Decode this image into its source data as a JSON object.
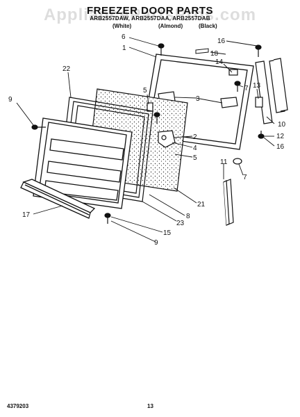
{
  "header": {
    "title": "FREEZER DOOR PARTS",
    "models": "ARB2557DAW, ARB2557DAA, ARB2557DAB",
    "colors": [
      "(White)",
      "(Almond)",
      "(Black)"
    ]
  },
  "watermark": "AppliancePartsPros.com",
  "footer": {
    "doc_number": "4379203",
    "page_number": "13"
  },
  "callouts": [
    {
      "id": "c6",
      "text": "6"
    },
    {
      "id": "c1",
      "text": "1"
    },
    {
      "id": "c16a",
      "text": "16"
    },
    {
      "id": "c18",
      "text": "18"
    },
    {
      "id": "c14",
      "text": "14"
    },
    {
      "id": "c22",
      "text": "22"
    },
    {
      "id": "c7a",
      "text": "7"
    },
    {
      "id": "c13",
      "text": "13"
    },
    {
      "id": "c5a",
      "text": "5"
    },
    {
      "id": "c3",
      "text": "3"
    },
    {
      "id": "c9a",
      "text": "9"
    },
    {
      "id": "c10",
      "text": "10"
    },
    {
      "id": "c2",
      "text": "2"
    },
    {
      "id": "c12",
      "text": "12"
    },
    {
      "id": "c4",
      "text": "4"
    },
    {
      "id": "c16b",
      "text": "16"
    },
    {
      "id": "c5b",
      "text": "5"
    },
    {
      "id": "c11",
      "text": "11"
    },
    {
      "id": "c7b",
      "text": "7"
    },
    {
      "id": "c21",
      "text": "21"
    },
    {
      "id": "c17",
      "text": "17"
    },
    {
      "id": "c8",
      "text": "8"
    },
    {
      "id": "c23",
      "text": "23"
    },
    {
      "id": "c15",
      "text": "15"
    },
    {
      "id": "c9b",
      "text": "9"
    }
  ]
}
